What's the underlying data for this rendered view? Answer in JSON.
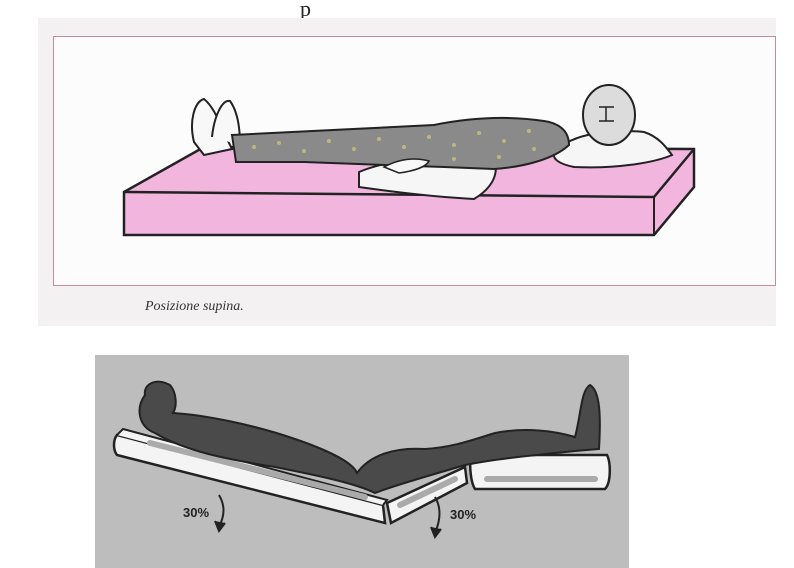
{
  "top_fragment": "p",
  "illustration_top": {
    "caption": "Posizione supina.",
    "colors": {
      "mattress": "#f2b6de",
      "pyjamas": "#8a8a8a",
      "frame": "#c48aa3"
    }
  },
  "illustration_bottom": {
    "angle_label_left": "30%",
    "angle_label_right": "30%",
    "colors": {
      "background": "#bdbdbd",
      "figure": "#4a4a4a",
      "cushion": "#f4f4f4"
    }
  }
}
